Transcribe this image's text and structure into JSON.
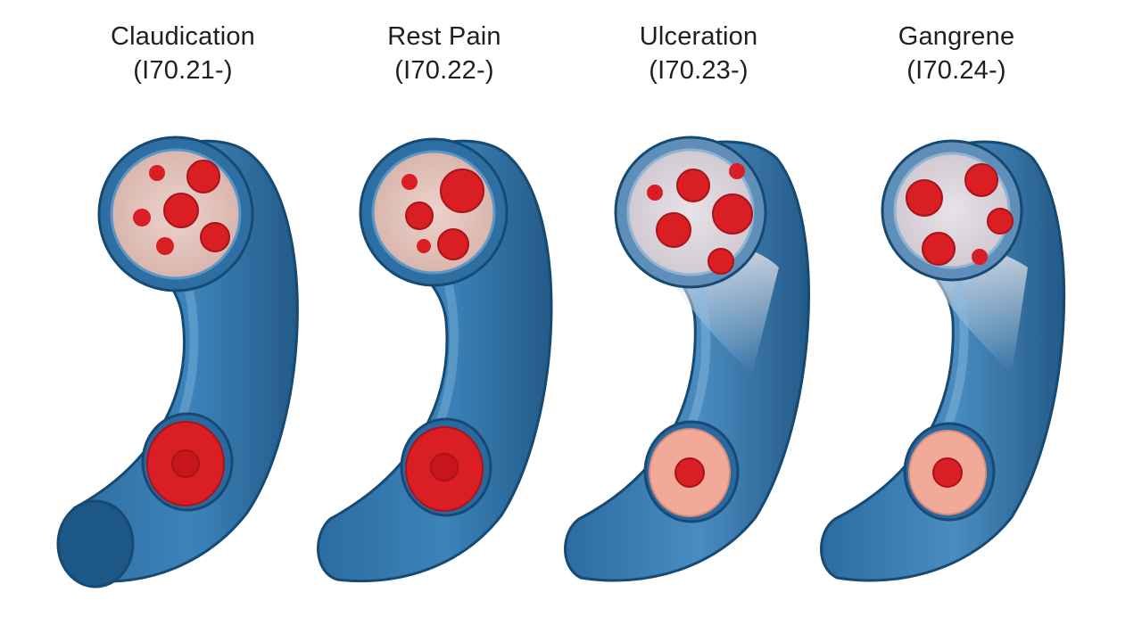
{
  "stages": [
    {
      "name": "Claudication",
      "code": "(I70.21-)",
      "lesion": "severe"
    },
    {
      "name": "Rest Pain",
      "code": "(I70.22-)",
      "lesion": "severe"
    },
    {
      "name": "Ulceration",
      "code": "(I70.23-)",
      "lesion": "mild"
    },
    {
      "name": "Gangrene",
      "code": "(I70.24-)",
      "lesion": "mild"
    }
  ],
  "colors": {
    "vessel_dark": "#1f5f8f",
    "vessel_mid": "#3478ad",
    "vessel_light": "#6aa5d3",
    "lumen": "#e6c9c2",
    "cell_red": "#d91e24",
    "lesion_pink": "#f2aa98"
  }
}
